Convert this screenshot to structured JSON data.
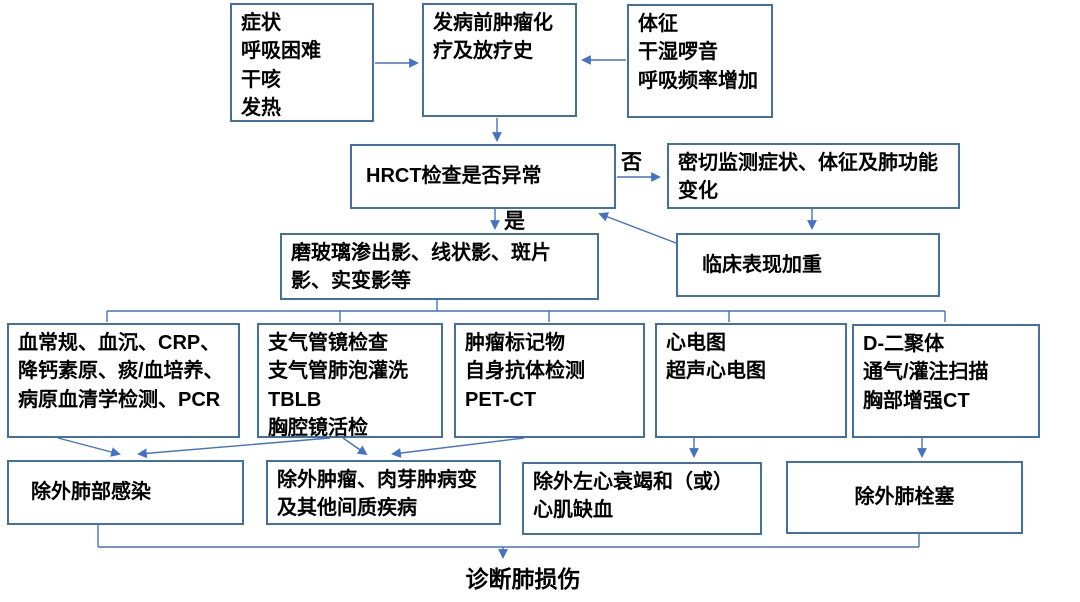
{
  "diagram": {
    "title_implicit": "",
    "nodes": {
      "symptoms": {
        "text": "症状\n呼吸困难\n干咳\n发热"
      },
      "history": {
        "text": "发病前肿瘤化疗及放疗史"
      },
      "signs": {
        "text": "体征\n干湿啰音\n呼吸频率增加"
      },
      "hrct": {
        "text": "HRCT检查是否异常"
      },
      "monitor": {
        "text": "密切监测症状、体征及肺功能变化"
      },
      "imaging": {
        "text": "磨玻璃渗出影、线状影、斑片影、实变影等"
      },
      "worsen": {
        "text": "临床表现加重"
      },
      "lab": {
        "text": "血常规、血沉、CRP、降钙素原、痰/血培养、病原血清学检测、PCR"
      },
      "bronchoscopy": {
        "text": "支气管镜检查\n支气管肺泡灌洗\nTBLB\n胸腔镜活检"
      },
      "tumor": {
        "text": "肿瘤标记物\n自身抗体检测\nPET-CT"
      },
      "ecg": {
        "text": "心电图\n超声心电图"
      },
      "ddimer": {
        "text": "D-二聚体\n通气/灌注扫描\n胸部增强CT"
      },
      "exclude_infection": {
        "text": "除外肺部感染"
      },
      "exclude_tumor": {
        "text": "除外肿瘤、肉芽肿病变及其他间质疾病"
      },
      "exclude_heart": {
        "text": "除外左心衰竭和（或）心肌缺血"
      },
      "exclude_pe": {
        "text": "除外肺栓塞"
      }
    },
    "edge_labels": {
      "no": "否",
      "yes": "是"
    },
    "terminal": {
      "diagnosis": "诊断肺损伤"
    },
    "colors": {
      "box_border": "#41719C",
      "connector": "#4472C4",
      "text": "#000000",
      "background": "#FFFFFF"
    }
  }
}
